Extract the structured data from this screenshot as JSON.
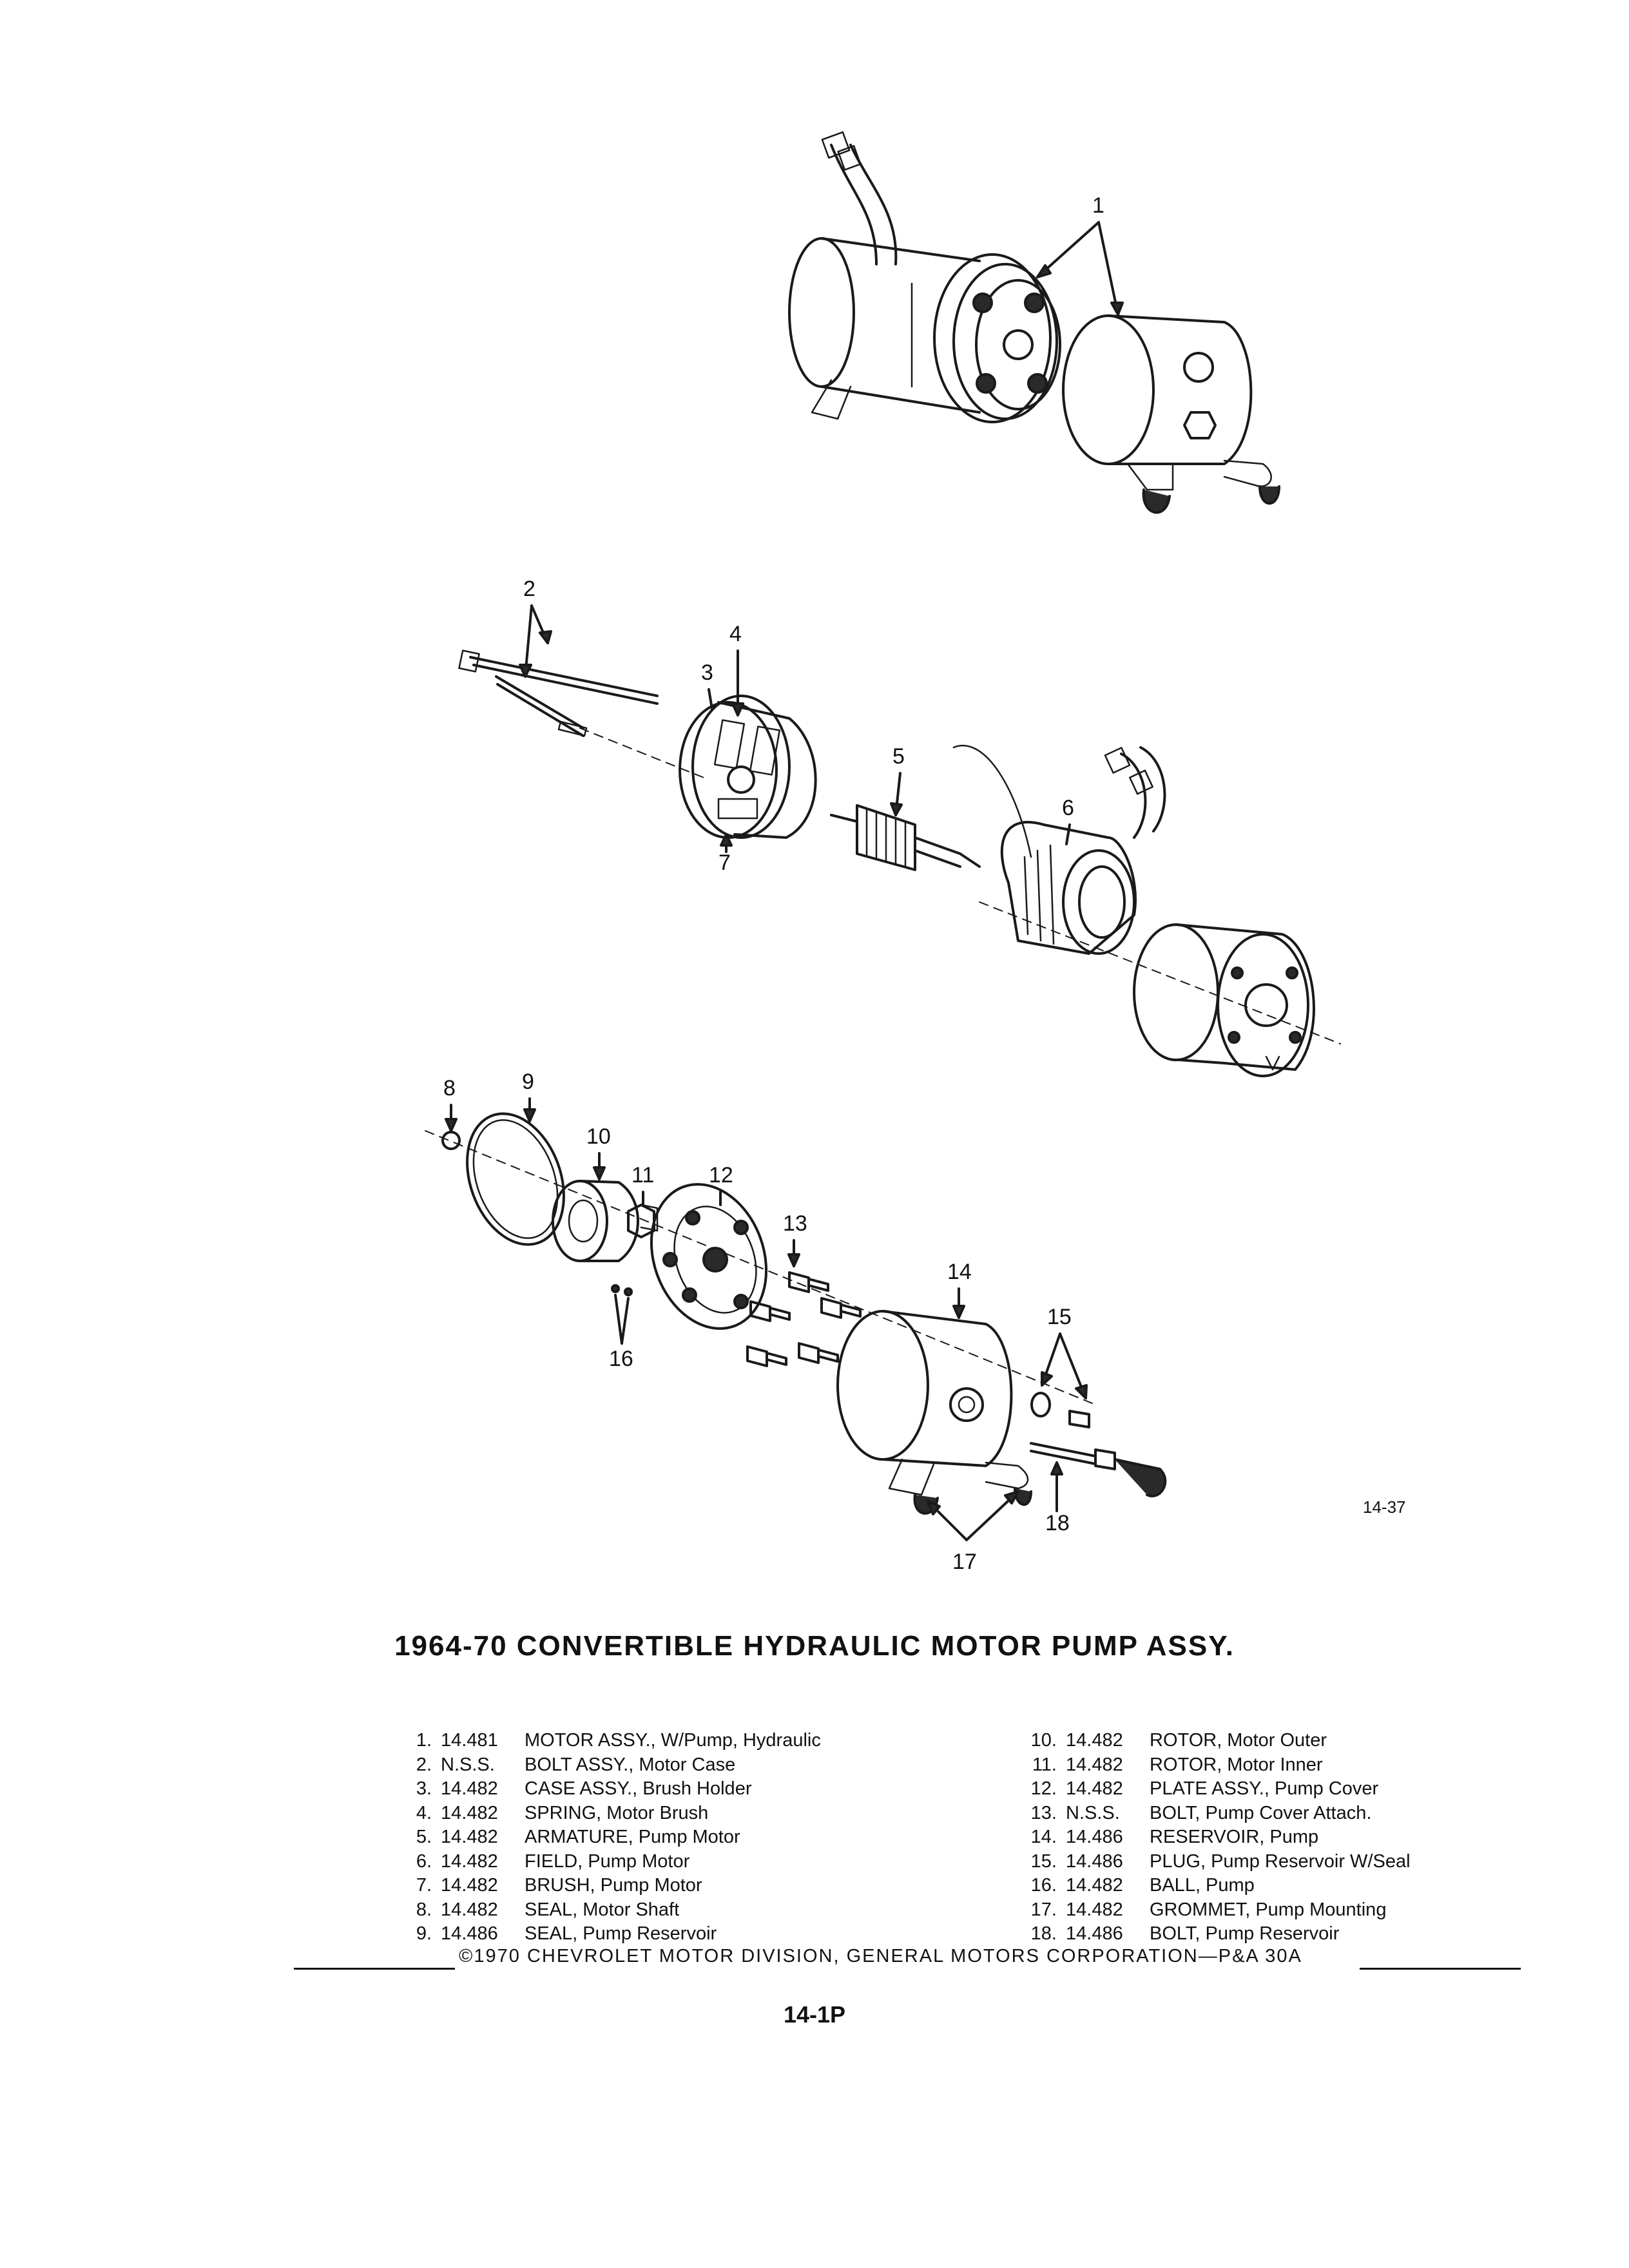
{
  "figure_number": "14-37",
  "title": "1964-70 CONVERTIBLE HYDRAULIC MOTOR PUMP ASSY.",
  "callouts": [
    "1",
    "2",
    "3",
    "4",
    "5",
    "6",
    "7",
    "8",
    "9",
    "10",
    "11",
    "12",
    "13",
    "14",
    "15",
    "16",
    "17",
    "18"
  ],
  "legend": {
    "left": [
      {
        "num": "1.",
        "code": "14.481",
        "desc": "MOTOR ASSY., W/Pump, Hydraulic"
      },
      {
        "num": "2.",
        "code": "N.S.S.",
        "desc": "BOLT ASSY., Motor Case"
      },
      {
        "num": "3.",
        "code": "14.482",
        "desc": "CASE ASSY., Brush Holder"
      },
      {
        "num": "4.",
        "code": "14.482",
        "desc": "SPRING, Motor Brush"
      },
      {
        "num": "5.",
        "code": "14.482",
        "desc": "ARMATURE, Pump Motor"
      },
      {
        "num": "6.",
        "code": "14.482",
        "desc": "FIELD, Pump Motor"
      },
      {
        "num": "7.",
        "code": "14.482",
        "desc": "BRUSH, Pump Motor"
      },
      {
        "num": "8.",
        "code": "14.482",
        "desc": "SEAL, Motor Shaft"
      },
      {
        "num": "9.",
        "code": "14.486",
        "desc": "SEAL, Pump Reservoir"
      }
    ],
    "right": [
      {
        "num": "10.",
        "code": "14.482",
        "desc": "ROTOR, Motor Outer"
      },
      {
        "num": "11.",
        "code": "14.482",
        "desc": "ROTOR, Motor Inner"
      },
      {
        "num": "12.",
        "code": "14.482",
        "desc": "PLATE ASSY., Pump Cover"
      },
      {
        "num": "13.",
        "code": "N.S.S.",
        "desc": "BOLT, Pump Cover Attach."
      },
      {
        "num": "14.",
        "code": "14.486",
        "desc": "RESERVOIR, Pump"
      },
      {
        "num": "15.",
        "code": "14.486",
        "desc": "PLUG, Pump Reservoir W/Seal"
      },
      {
        "num": "16.",
        "code": "14.482",
        "desc": "BALL, Pump"
      },
      {
        "num": "17.",
        "code": "14.482",
        "desc": "GROMMET, Pump Mounting"
      },
      {
        "num": "18.",
        "code": "14.486",
        "desc": "BOLT, Pump Reservoir"
      }
    ]
  },
  "footer": "©1970 CHEVROLET MOTOR DIVISION, GENERAL MOTORS CORPORATION—P&A 30A",
  "page_number": "14-1P"
}
